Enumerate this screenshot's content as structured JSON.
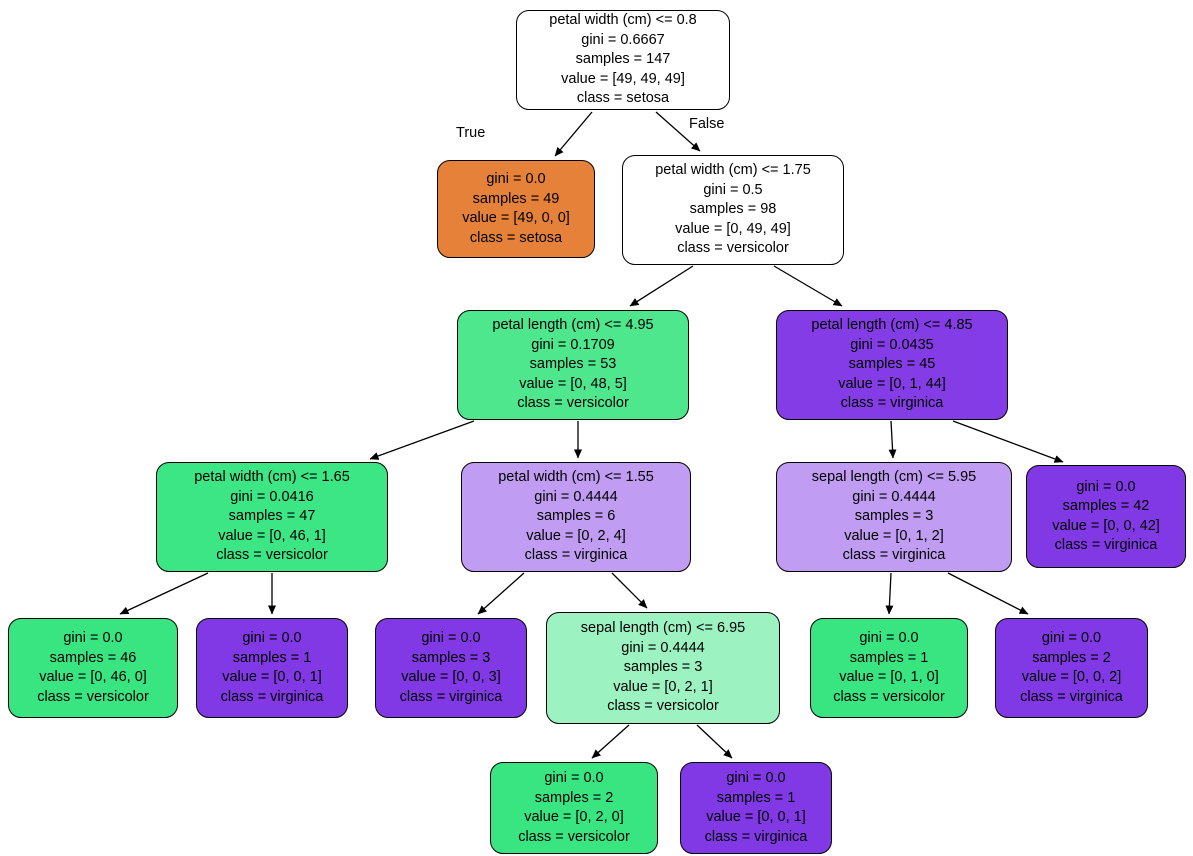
{
  "edge_labels": {
    "true_label": "True",
    "false_label": "False"
  },
  "colors": {
    "setosa_pure": "#e58139",
    "versicolor_pure": "#39e581",
    "virginica_pure": "#8139e5",
    "undecided": "#ffffff",
    "edge_stroke": "#000000",
    "node_border": "#000000",
    "text": "#000000"
  },
  "nodes": {
    "root": {
      "condition": "petal width (cm) <= 0.8",
      "gini": "gini = 0.6667",
      "samples": "samples = 147",
      "value": "value = [49, 49, 49]",
      "class": "class = setosa",
      "fill": "#ffffff"
    },
    "leaf_setosa": {
      "gini": "gini = 0.0",
      "samples": "samples = 49",
      "value": "value = [49, 0, 0]",
      "class": "class = setosa",
      "fill": "#e58139"
    },
    "pw175": {
      "condition": "petal width (cm) <= 1.75",
      "gini": "gini = 0.5",
      "samples": "samples = 98",
      "value": "value = [0, 49, 49]",
      "class": "class = versicolor",
      "fill": "#ffffff"
    },
    "pl495": {
      "condition": "petal length (cm) <= 4.95",
      "gini": "gini = 0.1709",
      "samples": "samples = 53",
      "value": "value = [0, 48, 5]",
      "class": "class = versicolor",
      "fill": "#4ee78e"
    },
    "pl485": {
      "condition": "petal length (cm) <= 4.85",
      "gini": "gini = 0.0435",
      "samples": "samples = 45",
      "value": "value = [0, 1, 44]",
      "class": "class = virginica",
      "fill": "#843de6"
    },
    "pw165": {
      "condition": "petal width (cm) <= 1.65",
      "gini": "gini = 0.0416",
      "samples": "samples = 47",
      "value": "value = [0, 46, 1]",
      "class": "class = versicolor",
      "fill": "#3de684"
    },
    "pw155": {
      "condition": "petal width (cm) <= 1.55",
      "gini": "gini = 0.4444",
      "samples": "samples = 6",
      "value": "value = [0, 2, 4]",
      "class": "class = virginica",
      "fill": "#c09cf2"
    },
    "sl595": {
      "condition": "sepal length (cm) <= 5.95",
      "gini": "gini = 0.4444",
      "samples": "samples = 3",
      "value": "value = [0, 1, 2]",
      "class": "class = virginica",
      "fill": "#c09cf2"
    },
    "leaf42": {
      "gini": "gini = 0.0",
      "samples": "samples = 42",
      "value": "value = [0, 0, 42]",
      "class": "class = virginica",
      "fill": "#8139e5"
    },
    "leaf46": {
      "gini": "gini = 0.0",
      "samples": "samples = 46",
      "value": "value = [0, 46, 0]",
      "class": "class = versicolor",
      "fill": "#39e581"
    },
    "leafv1a": {
      "gini": "gini = 0.0",
      "samples": "samples = 1",
      "value": "value = [0, 0, 1]",
      "class": "class = virginica",
      "fill": "#8139e5"
    },
    "leafv3": {
      "gini": "gini = 0.0",
      "samples": "samples = 3",
      "value": "value = [0, 0, 3]",
      "class": "class = virginica",
      "fill": "#8139e5"
    },
    "sl695": {
      "condition": "sepal length (cm) <= 6.95",
      "gini": "gini = 0.4444",
      "samples": "samples = 3",
      "value": "value = [0, 2, 1]",
      "class": "class = versicolor",
      "fill": "#9cf2c0"
    },
    "leafve1": {
      "gini": "gini = 0.0",
      "samples": "samples = 1",
      "value": "value = [0, 1, 0]",
      "class": "class = versicolor",
      "fill": "#39e581"
    },
    "leafv2": {
      "gini": "gini = 0.0",
      "samples": "samples = 2",
      "value": "value = [0, 0, 2]",
      "class": "class = virginica",
      "fill": "#8139e5"
    },
    "leafve2": {
      "gini": "gini = 0.0",
      "samples": "samples = 2",
      "value": "value = [0, 2, 0]",
      "class": "class = versicolor",
      "fill": "#39e581"
    },
    "leafv1b": {
      "gini": "gini = 0.0",
      "samples": "samples = 1",
      "value": "value = [0, 0, 1]",
      "class": "class = virginica",
      "fill": "#8139e5"
    }
  }
}
